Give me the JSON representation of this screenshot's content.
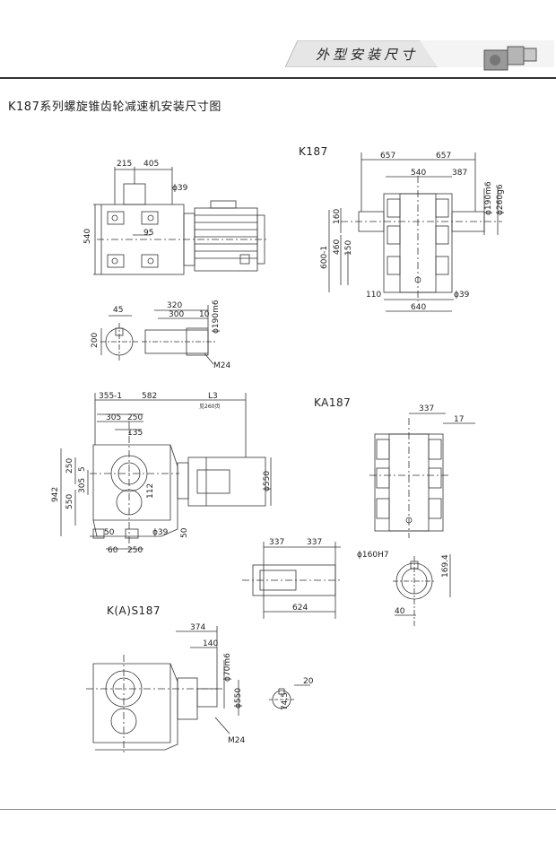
{
  "header": {
    "banner_text": "外型安装尺寸",
    "page_title": "K187系列螺旋锥齿轮减速机安装尺寸图"
  },
  "sections": {
    "k187": "K187",
    "ka187": "KA187",
    "kas187": "K(A)S187"
  },
  "dims": {
    "d215": "215",
    "d405": "405",
    "d39a": "ϕ39",
    "d540a": "540",
    "d95": "95",
    "d45": "45",
    "d200": "200",
    "d320": "320",
    "d300": "300",
    "d10": "10",
    "d190m6a": "ϕ190m6",
    "m24a": "M24",
    "d657a": "657",
    "d657b": "657",
    "d540b": "540",
    "d387": "387",
    "d190m6b": "ϕ190m6",
    "d260g6": "ϕ260g6",
    "d160": "160",
    "d460": "460",
    "d150": "150",
    "d600": "600-1",
    "d110": "110",
    "d640": "640",
    "d39b": "ϕ39",
    "d355": "355-1",
    "d582": "582",
    "dL3": "L3",
    "dL3note": "见260页",
    "d305a": "305",
    "d250a": "250",
    "d135": "135",
    "d942": "942",
    "d250b": "250",
    "d305b": "305",
    "d5": "5",
    "d550a": "550",
    "d112": "112",
    "d50a": "50",
    "d39c": "ϕ39",
    "d50b": "50",
    "d60": "60",
    "d250c": "250",
    "d550b": "ϕ550",
    "d337a": "337",
    "d17": "17",
    "d337b": "337",
    "d337c": "337",
    "d624": "624",
    "d160h7": "ϕ160H7",
    "d169": "169.4",
    "d40": "40",
    "d374": "374",
    "d140": "140",
    "d70m6": "ϕ70m6",
    "d550c": "ϕ550",
    "d20": "20",
    "d745": "74.5",
    "m24b": "M24"
  }
}
